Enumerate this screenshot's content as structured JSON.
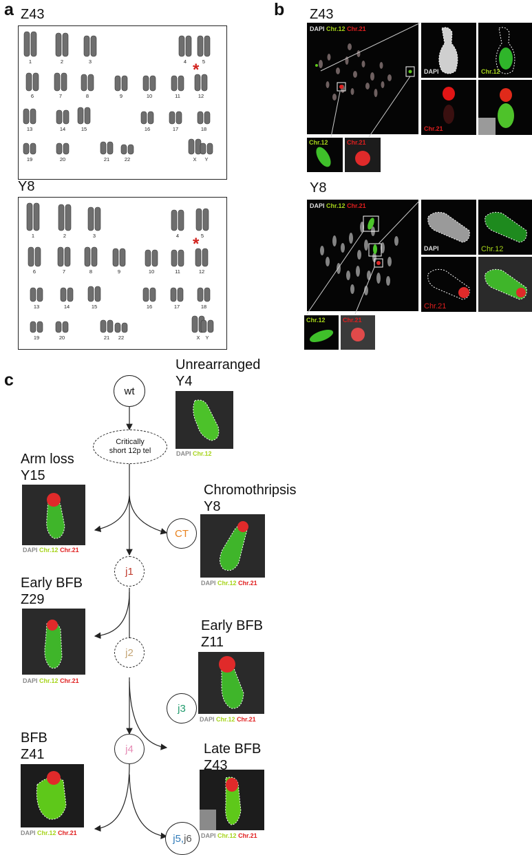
{
  "panels": {
    "a": {
      "letter": "a",
      "top_sample": "Z43",
      "bottom_sample": "Y8"
    },
    "b": {
      "letter": "b",
      "top_sample": "Z43",
      "bottom_sample": "Y8"
    },
    "c": {
      "letter": "c"
    }
  },
  "karyotype": {
    "numbers": [
      "1",
      "2",
      "3",
      "4",
      "5",
      "6",
      "7",
      "8",
      "9",
      "10",
      "11",
      "12",
      "13",
      "14",
      "15",
      "16",
      "17",
      "18",
      "19",
      "20",
      "21",
      "22",
      "X",
      "Y"
    ],
    "marker": "*"
  },
  "fish_labels": {
    "dapi": "DAPI",
    "chr12": "Chr.12",
    "chr21": "Chr.21"
  },
  "tree": {
    "nodes": {
      "wt": "wt",
      "tel_line1": "Critically",
      "tel_line2": "short 12p tel",
      "ct": "CT",
      "j1": "j1",
      "j2": "j2",
      "j3": "j3",
      "j4": "j4",
      "j5": "j5,",
      "j6": "j6"
    },
    "node_colors": {
      "ct": "#e8821e",
      "j1": "#c0392b",
      "j2": "#c4a574",
      "j3": "#1e9a6b",
      "j4": "#e58bb5",
      "j5": "#2f7ab8",
      "j6": "#555555"
    },
    "samples": [
      {
        "title": "Unrearranged",
        "id": "Y4"
      },
      {
        "title": "Arm loss",
        "id": "Y15"
      },
      {
        "title": "Chromothripsis",
        "id": "Y8"
      },
      {
        "title": "Early BFB",
        "id": "Z29"
      },
      {
        "title": "Early BFB",
        "id": "Z11"
      },
      {
        "title": "BFB",
        "id": "Z41"
      },
      {
        "title": "Late BFB",
        "id": "Z43"
      }
    ]
  }
}
